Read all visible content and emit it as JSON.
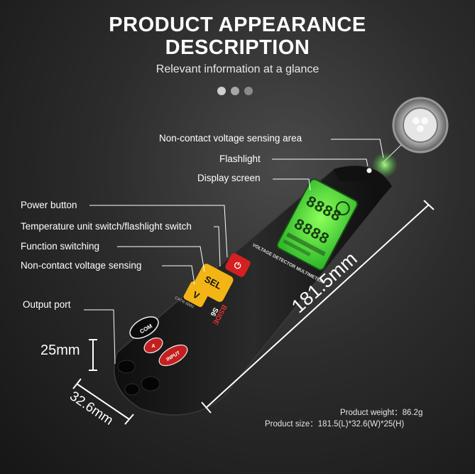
{
  "header": {
    "title_line1": "PRODUCT APPEARANCE",
    "title_line2": "DESCRIPTION",
    "subtitle": "Relevant information at a glance"
  },
  "carousel": {
    "dot_count": 3,
    "active_index": 0
  },
  "callouts": {
    "ncv_area": "Non-contact voltage sensing area",
    "flashlight": "Flashlight",
    "display": "Display screen",
    "power": "Power button",
    "temp_switch": "Temperature unit switch/flashlight switch",
    "function": "Function switching",
    "ncv": "Non-contact voltage sensing",
    "output": "Output port"
  },
  "dimensions": {
    "length": "181.5mm",
    "width": "32.6mm",
    "height": "25mm"
  },
  "specs": {
    "weight": "Product weight：86.2g",
    "size": "Product size：181.5(L)*32.6(W)*25(H)"
  },
  "device": {
    "sel_label": "SEL",
    "v_label": "V",
    "com_label": "COM",
    "input_label": "INPUT",
    "a_label": "A",
    "brand": "BSIDE",
    "model": "S6",
    "product_name": "VOLTAGE DETECTOR MULTIMETER",
    "rating": "CATIII 600V",
    "lcd_digits_top": "8888",
    "lcd_digits_bottom": "8888"
  },
  "colors": {
    "lcd_green": "#3fd83a",
    "button_yellow": "#f2b515",
    "power_red": "#d42020",
    "body": "#1c1c1c"
  }
}
